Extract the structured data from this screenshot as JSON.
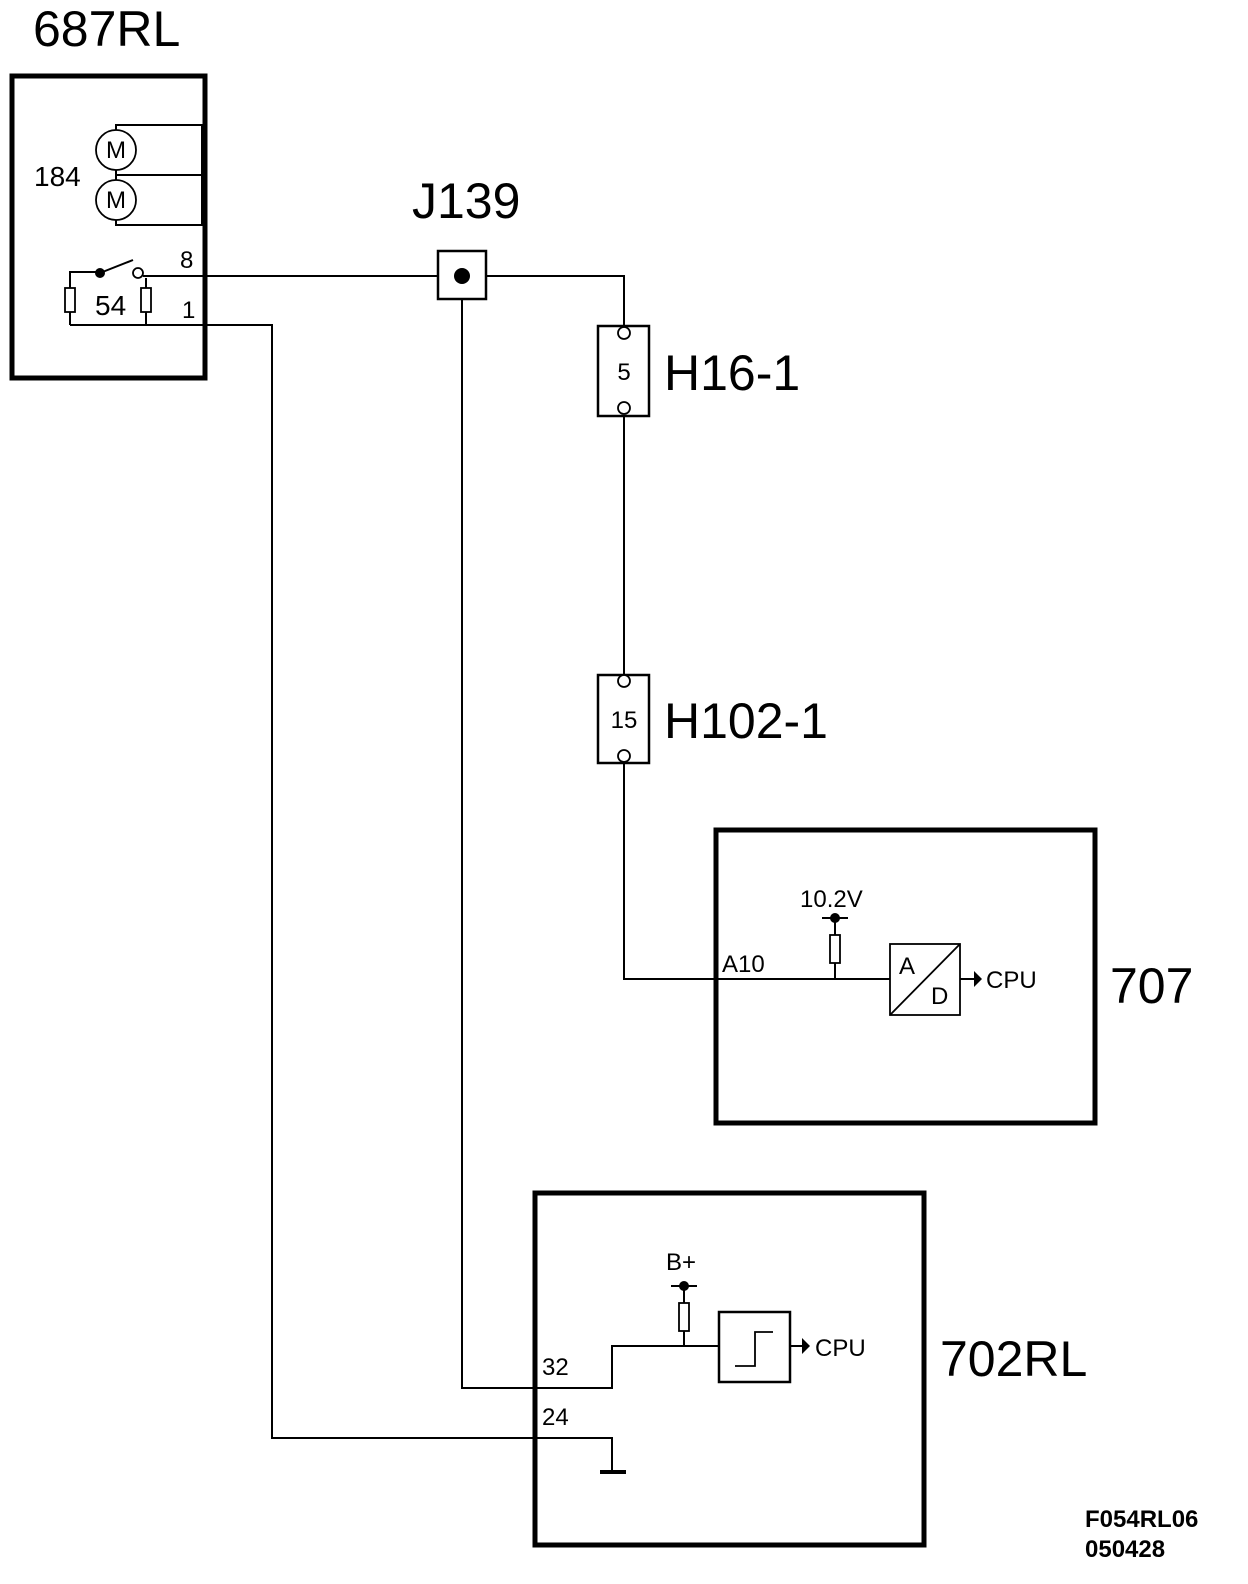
{
  "diagram": {
    "components": {
      "c687": {
        "label": "687RL",
        "motor_group": "184",
        "motor_symbol": "M",
        "switch_label": "54",
        "pin_top": "8",
        "pin_bottom": "1"
      },
      "j139": {
        "label": "J139"
      },
      "h16": {
        "label": "H16-1",
        "pin": "5"
      },
      "h102": {
        "label": "H102-1",
        "pin": "15"
      },
      "c707": {
        "label": "707",
        "pin": "A10",
        "supply": "10.2V",
        "ad_a": "A",
        "ad_d": "D",
        "output": "CPU"
      },
      "c702": {
        "label": "702RL",
        "pin_32": "32",
        "pin_24": "24",
        "supply": "B+",
        "output": "CPU"
      }
    },
    "footer": {
      "code": "F054RL06",
      "date": "050428"
    }
  }
}
